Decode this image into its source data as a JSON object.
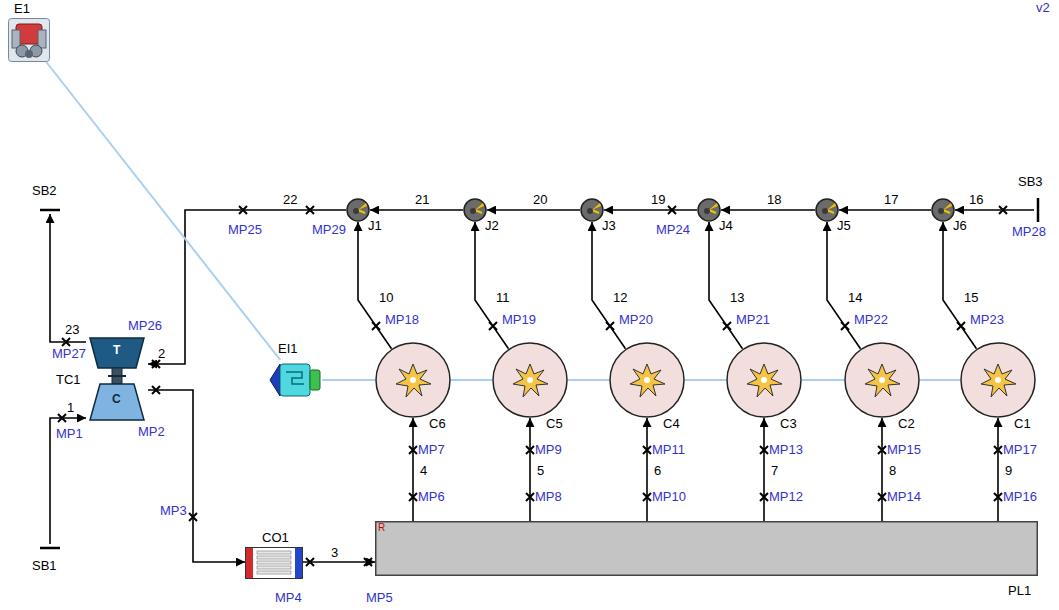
{
  "diagram": {
    "nodes": [
      {
        "text": [
          "E1"
        ]
      },
      {
        "text": [
          "SB2"
        ]
      },
      {
        "text": [
          "J1"
        ]
      },
      {
        "text": [
          "J2"
        ]
      },
      {
        "text": [
          "J3"
        ]
      },
      {
        "text": [
          "J4"
        ]
      },
      {
        "text": [
          "J5"
        ]
      },
      {
        "text": [
          "J6"
        ]
      },
      {
        "text": [
          "SB3"
        ]
      },
      {
        "text": [
          "TC1"
        ]
      },
      {
        "text": [
          "EI1"
        ]
      },
      {
        "text": [
          "C6"
        ]
      },
      {
        "text": [
          "C5"
        ]
      },
      {
        "text": [
          "C4"
        ]
      },
      {
        "text": [
          "C3"
        ]
      },
      {
        "text": [
          "C2"
        ]
      },
      {
        "text": [
          "C1"
        ]
      },
      {
        "text": [
          "SB1"
        ]
      },
      {
        "text": [
          "CO1"
        ]
      },
      {
        "text": [
          "PL1"
        ]
      }
    ],
    "edges": [
      {
        "from": 17,
        "to": 9,
        "arrow": "to",
        "label": "1"
      },
      {
        "from": 9,
        "to": 1,
        "arrow": "to",
        "label": "23"
      },
      {
        "from": 2,
        "to": 9,
        "arrow": "to",
        "label": "22"
      },
      {
        "from": 9,
        "to": 18,
        "arrow": "to"
      },
      {
        "from": 18,
        "to": 19,
        "arrow": "to",
        "label": "3"
      },
      {
        "from": 19,
        "to": 11,
        "arrow": "to",
        "label": "4"
      },
      {
        "from": 19,
        "to": 12,
        "arrow": "to",
        "label": "5"
      },
      {
        "from": 19,
        "to": 13,
        "arrow": "to",
        "label": "6"
      },
      {
        "from": 19,
        "to": 14,
        "arrow": "to",
        "label": "7"
      },
      {
        "from": 19,
        "to": 15,
        "arrow": "to",
        "label": "8"
      },
      {
        "from": 19,
        "to": 16,
        "arrow": "to",
        "label": "9"
      },
      {
        "from": 11,
        "to": 2,
        "arrow": "to",
        "label": "10"
      },
      {
        "from": 12,
        "to": 3,
        "arrow": "to",
        "label": "11"
      },
      {
        "from": 13,
        "to": 4,
        "arrow": "to",
        "label": "12"
      },
      {
        "from": 14,
        "to": 5,
        "arrow": "to",
        "label": "13"
      },
      {
        "from": 15,
        "to": 6,
        "arrow": "to",
        "label": "14"
      },
      {
        "from": 16,
        "to": 7,
        "arrow": "to",
        "label": "15"
      },
      {
        "from": 8,
        "to": 7,
        "arrow": "to",
        "label": "16"
      },
      {
        "from": 7,
        "to": 6,
        "arrow": "to",
        "label": "17"
      },
      {
        "from": 6,
        "to": 5,
        "arrow": "to",
        "label": "18"
      },
      {
        "from": 5,
        "to": 4,
        "arrow": "to",
        "label": "19"
      },
      {
        "from": 4,
        "to": 3,
        "arrow": "to",
        "label": "20"
      },
      {
        "from": 3,
        "to": 2,
        "arrow": "to",
        "label": "21"
      },
      {
        "from": 0,
        "to": 10,
        "arrow": "none"
      },
      {
        "from": 10,
        "to": 11,
        "arrow": "none"
      },
      {
        "from": 11,
        "to": 12,
        "arrow": "none"
      },
      {
        "from": 12,
        "to": 13,
        "arrow": "none"
      },
      {
        "from": 13,
        "to": 14,
        "arrow": "none"
      },
      {
        "from": 14,
        "to": 15,
        "arrow": "none"
      },
      {
        "from": 15,
        "to": 16,
        "arrow": "none"
      }
    ],
    "labels": [
      "v2",
      "2",
      "T",
      "C",
      "R",
      "MP1",
      "MP2",
      "MP3",
      "MP4",
      "MP5",
      "MP6",
      "MP7",
      "MP8",
      "MP9",
      "MP10",
      "MP11",
      "MP12",
      "MP13",
      "MP14",
      "MP15",
      "MP16",
      "MP17",
      "MP18",
      "MP19",
      "MP20",
      "MP21",
      "MP22",
      "MP23",
      "MP24",
      "MP25",
      "MP26",
      "MP27",
      "MP28",
      "MP29"
    ]
  }
}
